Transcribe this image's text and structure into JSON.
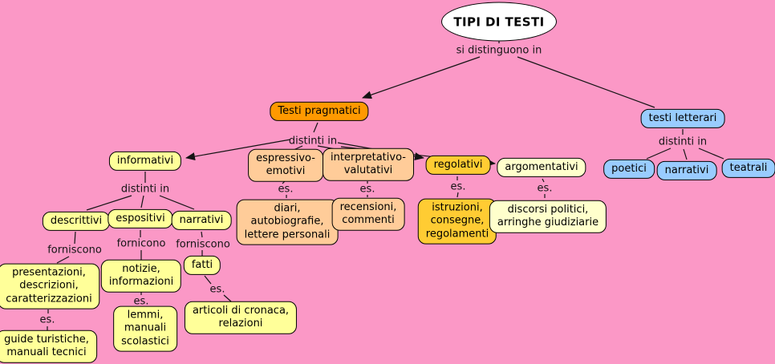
{
  "palette": {
    "background": "#FB98C6",
    "node_orange": "#FF9900",
    "node_yellow": "#FFFF99",
    "node_peach": "#FFCC99",
    "node_gold": "#FFCC33",
    "node_cream": "#FFFFCC",
    "node_blue": "#99CCFF",
    "node_white": "#FFFFFF",
    "line_color": "#141414"
  },
  "root": {
    "label": "TIPI DI TESTI"
  },
  "linking_phrases": {
    "si_distinguono": "si distinguono in",
    "distinti_pragmatici": "distinti in",
    "distinti_letterari": "distinti in",
    "distinti_informativi": "distinti in",
    "forniscono_descrittivi": "forniscono",
    "fornicono_espositivi": "fornicono",
    "forniscono_narrativi": "forniscono",
    "es_espressivo": "es.",
    "es_interpretativo": "es.",
    "es_regolativi": "es.",
    "es_argomentativi": "es.",
    "es_presentazioni": "es.",
    "es_notizie": "es.",
    "es_fatti": "es."
  },
  "nodes": {
    "pragmatici": "Testi pragmatici",
    "letterari": "testi letterari",
    "informativi": "informativi",
    "espressivo_emotivi": "espressivo-\nemotivi",
    "interpretativo_valutativi": "interpretativo-\nvalutativi",
    "regolativi": "regolativi",
    "argomentativi": "argomentativi",
    "poetici": "poetici",
    "narrativi_letterari": "narrativi",
    "teatrali": "teatrali",
    "descrittivi": "descrittivi",
    "espositivi": "espositivi",
    "narrativi_informativi": "narrativi",
    "diari": "diari,\nautobiografie,\nlettere personali",
    "recensioni": "recensioni,\ncommenti",
    "istruzioni": "istruzioni,\nconsegne,\nregolamenti",
    "discorsi": "discorsi politici,\narringhe giudiziarie",
    "presentazioni": "presentazioni,\ndescrizioni,\ncaratterizzazioni",
    "notizie": "notizie,\ninformazioni",
    "fatti": "fatti",
    "guide": "guide turistiche,\nmanuali tecnici",
    "lemmi": "lemmi,\nmanuali\nscolastici",
    "articoli": "articoli di cronaca,\nrelazioni"
  }
}
